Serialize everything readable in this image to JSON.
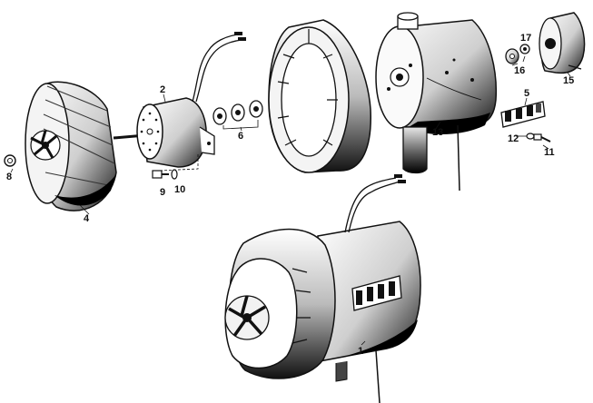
{
  "colors": {
    "ink": "#111111",
    "shade": "#3a3a3a",
    "paper": "#ffffff"
  },
  "callouts": [
    "1",
    "2",
    "4",
    "5",
    "6",
    "8",
    "9",
    "10",
    "11",
    "12",
    "13",
    "15",
    "16",
    "17"
  ]
}
